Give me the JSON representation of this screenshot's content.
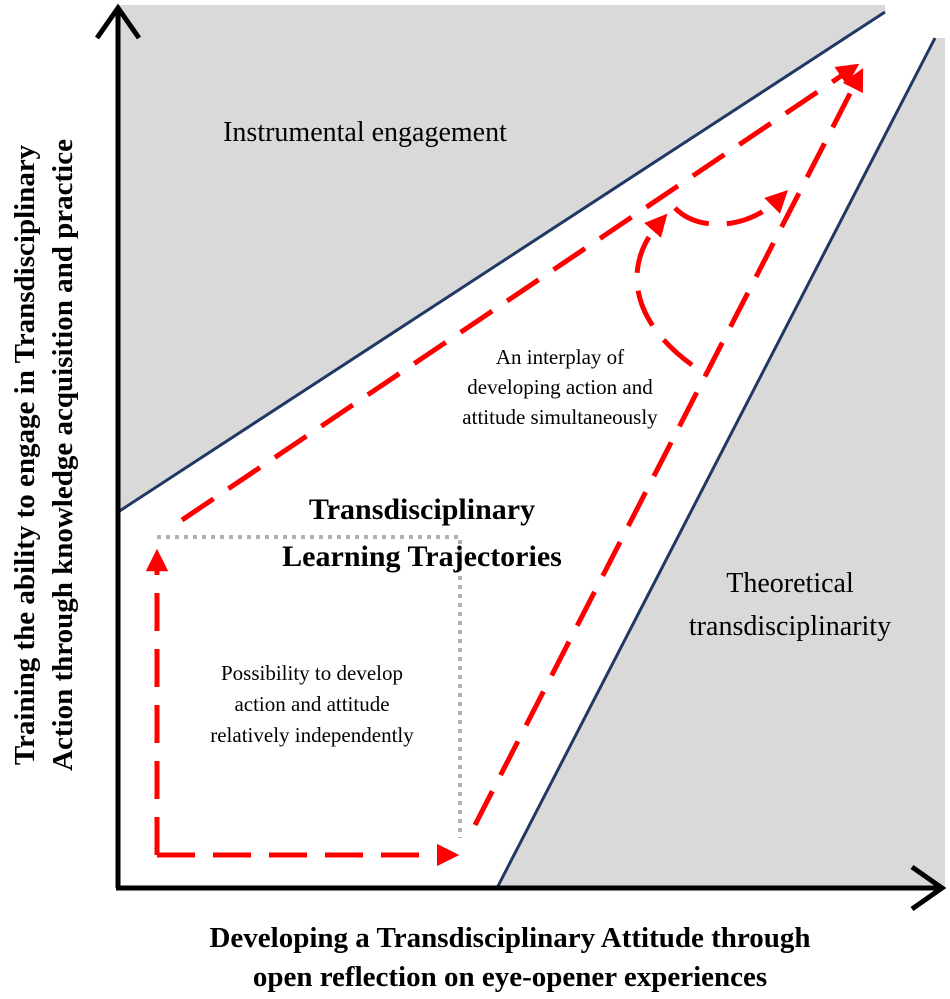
{
  "regions": {
    "top_left": "Instrumental engagement",
    "bottom_right": [
      "Theoretical",
      "transdisciplinarity"
    ]
  },
  "center_title": [
    "Transdisciplinary",
    "Learning Trajectories"
  ],
  "annotations": {
    "interplay": [
      "An interplay of",
      "developing action and",
      "attitude simultaneously"
    ],
    "independent": [
      "Possibility to develop",
      "action and attitude",
      "relatively independently"
    ]
  },
  "axes": {
    "x_label": [
      "Developing a Transdisciplinary Attitude through",
      "open reflection on eye-opener experiences"
    ],
    "y_label": [
      "Training the ability to engage in Transdisciplinary",
      "Action through knowledge acquisition and practice"
    ]
  },
  "colors": {
    "region_fill": "#d9d9d9",
    "boundary": "#1f3864",
    "trajectory": "#ff0000",
    "dotted_box": "#b0b0b0",
    "axis": "#000000"
  }
}
